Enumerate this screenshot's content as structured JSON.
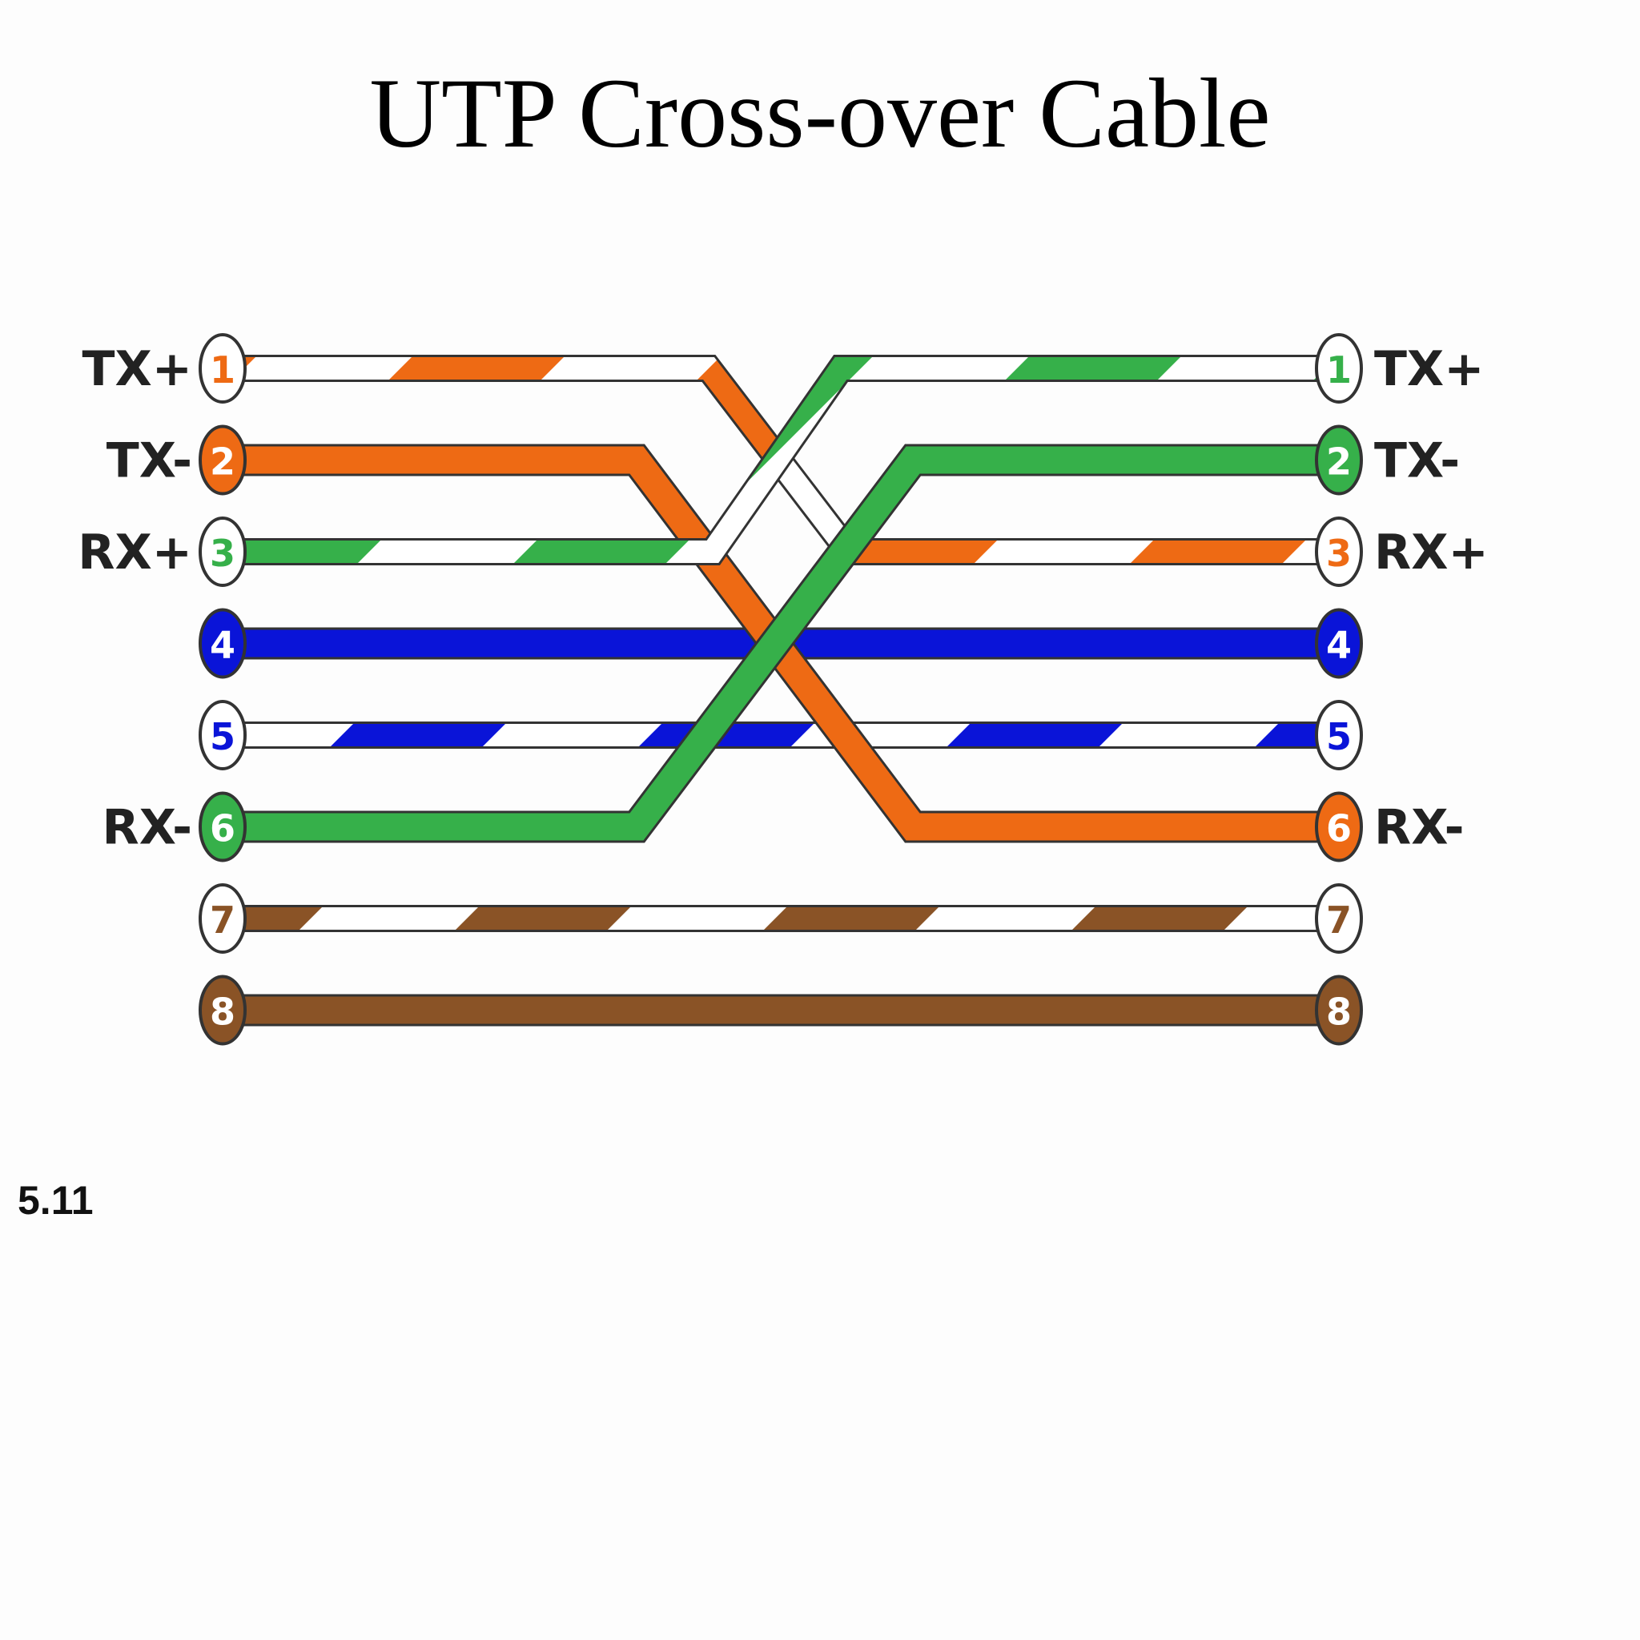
{
  "title": "UTP Cross-over Cable",
  "page_number": "5.11",
  "colors": {
    "orange": "#ee6a14",
    "green": "#36b04a",
    "blue": "#0a14d8",
    "brown": "#8a5326",
    "white": "#ffffff",
    "outline": "#333333"
  },
  "left_pins": [
    {
      "num": "1",
      "label": "TX+",
      "color": "orange",
      "striped": true
    },
    {
      "num": "2",
      "label": "TX-",
      "color": "orange",
      "striped": false
    },
    {
      "num": "3",
      "label": "RX+",
      "color": "green",
      "striped": true
    },
    {
      "num": "4",
      "label": "",
      "color": "blue",
      "striped": false
    },
    {
      "num": "5",
      "label": "",
      "color": "blue",
      "striped": true
    },
    {
      "num": "6",
      "label": "RX-",
      "color": "green",
      "striped": false
    },
    {
      "num": "7",
      "label": "",
      "color": "brown",
      "striped": true
    },
    {
      "num": "8",
      "label": "",
      "color": "brown",
      "striped": false
    }
  ],
  "right_pins": [
    {
      "num": "1",
      "label": "TX+",
      "color": "green",
      "striped": true
    },
    {
      "num": "2",
      "label": "TX-",
      "color": "green",
      "striped": false
    },
    {
      "num": "3",
      "label": "RX+",
      "color": "orange",
      "striped": true
    },
    {
      "num": "4",
      "label": "",
      "color": "blue",
      "striped": false
    },
    {
      "num": "5",
      "label": "",
      "color": "blue",
      "striped": true
    },
    {
      "num": "6",
      "label": "RX-",
      "color": "orange",
      "striped": false
    },
    {
      "num": "7",
      "label": "",
      "color": "brown",
      "striped": true
    },
    {
      "num": "8",
      "label": "",
      "color": "brown",
      "striped": false
    }
  ],
  "wires": [
    {
      "from": "1",
      "to": "3"
    },
    {
      "from": "2",
      "to": "6"
    },
    {
      "from": "3",
      "to": "1"
    },
    {
      "from": "6",
      "to": "2"
    },
    {
      "from": "4",
      "to": "4"
    },
    {
      "from": "5",
      "to": "5"
    },
    {
      "from": "7",
      "to": "7"
    },
    {
      "from": "8",
      "to": "8"
    }
  ]
}
